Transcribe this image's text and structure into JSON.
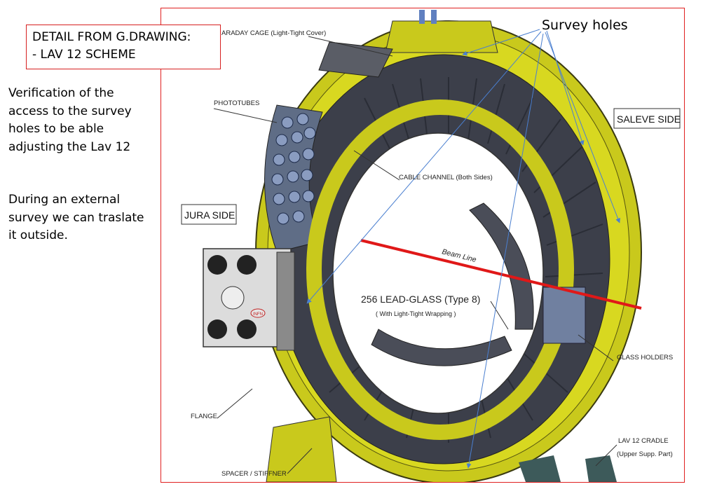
{
  "title_box": {
    "line1": "DETAIL FROM G.DRAWING:",
    "line2": "- LAV 12 SCHEME"
  },
  "side_text": {
    "paragraph1": "Verification of the access to the survey holes to be able adjusting the Lav 12",
    "paragraph2": "During an external survey we can traslate it outside."
  },
  "survey_holes": "Survey holes",
  "labels": {
    "faraday": "ARADAY CAGE (Light-Tight Cover)",
    "phototubes": "PHOTOTUBES",
    "cable_channel": "CABLE CHANNEL (Both Sides)",
    "jura": "JURA SIDE",
    "saleve": "SALEVE SIDE",
    "beam_line": "Beam Line",
    "lead_glass": "256 LEAD-GLASS (Type 8)",
    "wrapping": "( With Light-Tight Wrapping )",
    "glass_holders": "GLASS HOLDERS",
    "flange": "FLANGE",
    "cradle1": "LAV 12 CRADLE",
    "cradle2": "(Upper Supp. Part)",
    "spacer": "SPACER / STIFFNER",
    "infn": "INFN"
  },
  "colors": {
    "frame": "#e02020",
    "ring": "#d8d820",
    "beam": "#e01818",
    "arrows": "#4a7fd0",
    "glass": "#3c3f4a"
  }
}
